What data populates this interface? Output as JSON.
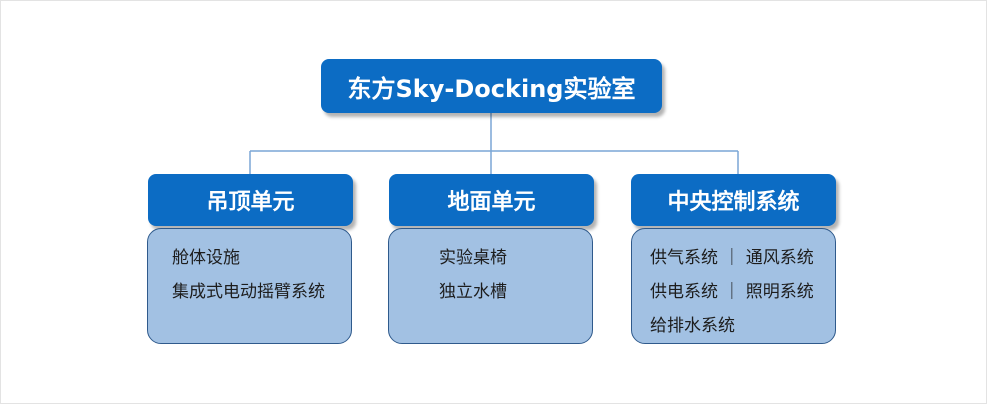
{
  "root": {
    "label": "东方Sky-Docking实验室"
  },
  "units": [
    {
      "title": "吊顶单元",
      "items": [
        "舱体设施",
        "集成式电动摇臂系统"
      ]
    },
    {
      "title": "地面单元",
      "items": [
        "实验桌椅",
        "独立水槽"
      ]
    },
    {
      "title": "中央控制系统",
      "items": [
        "供气系统 ｜ 通风系统",
        "供电系统 ｜ 照明系统",
        "给排水系统"
      ]
    }
  ],
  "colors": {
    "header_fill": "#0c6cc4",
    "body_fill": "#a2c1e3",
    "body_border": "#2f5a8c",
    "connector": "#7aa6d6"
  }
}
